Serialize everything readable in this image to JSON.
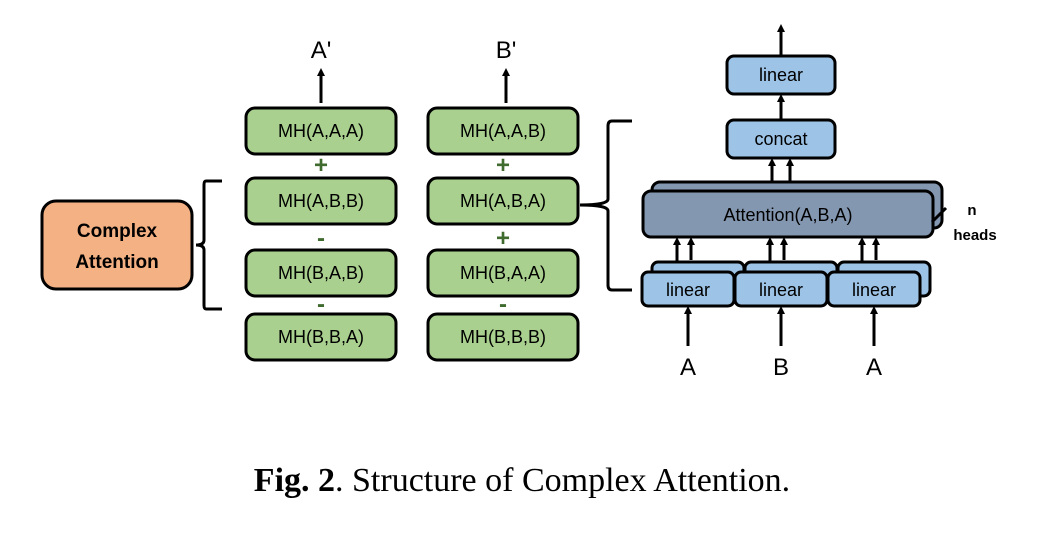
{
  "left_box": {
    "line1": "Complex",
    "line2": "Attention"
  },
  "col_a": {
    "output": "A'",
    "boxes": [
      "MH(A,A,A)",
      "MH(A,B,B)",
      "MH(B,A,B)",
      "MH(B,B,A)"
    ],
    "ops": [
      "+",
      "-",
      "-"
    ]
  },
  "col_b": {
    "output": "B'",
    "boxes": [
      "MH(A,A,B)",
      "MH(A,B,A)",
      "MH(B,A,A)",
      "MH(B,B,B)"
    ],
    "ops": [
      "+",
      "+",
      "-"
    ]
  },
  "attention": {
    "top_linear": "linear",
    "concat": "concat",
    "attention": "Attention(A,B,A)",
    "heads_n": "n",
    "heads_label": "heads",
    "linears": [
      "linear",
      "linear",
      "linear"
    ],
    "inputs": [
      "A",
      "B",
      "A"
    ]
  },
  "caption": {
    "fig": "Fig. 2",
    "text": ". Structure of Complex Attention."
  },
  "colors": {
    "green_fill": "#a9d08e",
    "green_stroke": "#000000",
    "orange_fill": "#f4b183",
    "blue_fill": "#9dc3e6",
    "attention_fill": "#8497b0",
    "op_color": "#3f6b2e"
  }
}
